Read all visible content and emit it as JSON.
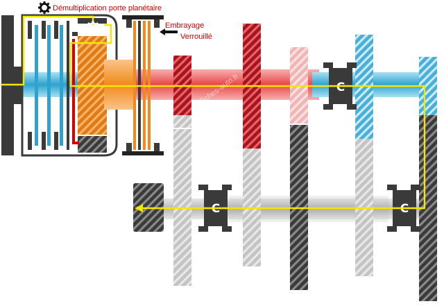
{
  "labels": {
    "planetary_title": "Démultiplication porte planétaire",
    "clutch_line1": "Embrayage",
    "clutch_line2": "Verrouillé",
    "synchro": "C",
    "watermark": "Fiches-auto.fr"
  },
  "icons": {
    "title_gear": "gear-icon",
    "planet_gear": "gear-icon",
    "arrow": "arrow-left-icon"
  },
  "colors": {
    "power_flow": "#f5e600",
    "input_shaft": "#3bb0d6",
    "main_shaft": "#e53333",
    "planetary": "#f08a1c",
    "housing": "#3a3a3a",
    "idle_gear": "#c9c9c9",
    "label_red": "#d40000"
  }
}
